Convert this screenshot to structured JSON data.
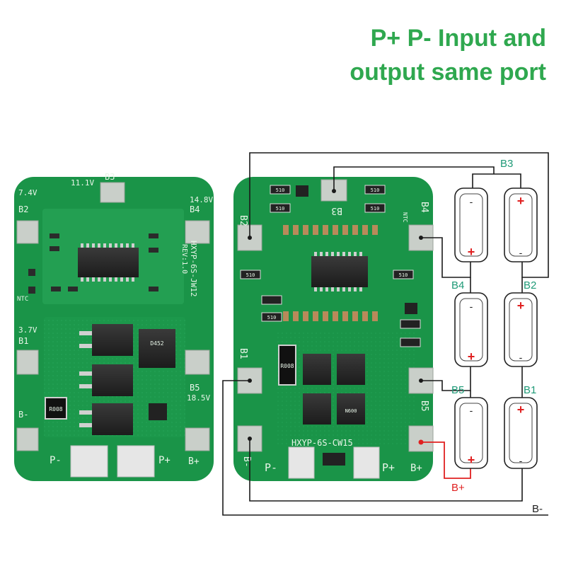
{
  "headline": {
    "line1": "P+ P- Input and",
    "line2": "output same port"
  },
  "colors": {
    "pcb_green": "#1a9448",
    "pcb_dark": "#127a3a",
    "headline_green": "#2fa84f",
    "label_teal": "#1f9a77",
    "wire_red": "#e02020",
    "cell_plus_red": "#e02020"
  },
  "left_board": {
    "pads_top": [
      "B3",
      "14.8V",
      "B4",
      "11.1V"
    ],
    "left_texts": [
      "7.4V",
      "B2",
      "NTC",
      "3.7V",
      "B1",
      "B-"
    ],
    "right_texts": [
      "HXYP-6S-JW12",
      "REV:1.0",
      "B5",
      "18.5V",
      "B+"
    ],
    "bottom_texts": [
      "P-",
      "P+"
    ],
    "resistor_text": "R008",
    "mosfet_text": "D452"
  },
  "right_board": {
    "pad_labels": [
      "B2",
      "B3",
      "B4",
      "B1",
      "B5",
      "B-",
      "P-",
      "P+",
      "B+"
    ],
    "model_text": "HXYP-6S-CW15",
    "ntc_text": "NTC",
    "resistor_text": "R008",
    "small_resistors": [
      "510",
      "510",
      "510",
      "510",
      "510",
      "510",
      "510"
    ],
    "mosfet_text": "N600"
  },
  "diagram": {
    "node_labels": {
      "b3": "B3",
      "b4": "B4",
      "b2": "B2",
      "b5": "B5",
      "b1": "B1",
      "bplus": "B+",
      "bminus": "B-"
    },
    "cell_plus": "+",
    "cell_minus": "-"
  }
}
